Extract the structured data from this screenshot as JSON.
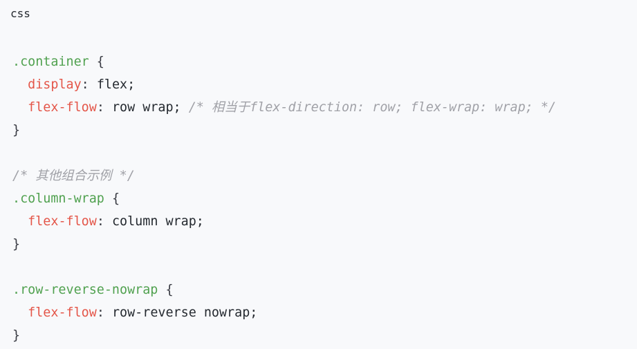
{
  "language_label": "css",
  "colors": {
    "background": "#f8f9fb",
    "selector": "#50a14f",
    "property": "#e45649",
    "comment": "#a0a1a7",
    "text": "#24292f"
  },
  "code": {
    "rule1": {
      "selector": ".container",
      "open": " {",
      "decl1_prop": "display",
      "decl1_sep": ": ",
      "decl1_val": "flex;",
      "decl2_prop": "flex-flow",
      "decl2_sep": ": ",
      "decl2_val": "row wrap; ",
      "decl2_comment": "/* 相当于flex-direction: row; flex-wrap: wrap; */",
      "close": "}"
    },
    "comment": "/* 其他组合示例 */",
    "rule2": {
      "selector": ".column-wrap",
      "open": " {",
      "decl1_prop": "flex-flow",
      "decl1_sep": ": ",
      "decl1_val": "column wrap;",
      "close": "}"
    },
    "rule3": {
      "selector": ".row-reverse-nowrap",
      "open": " {",
      "decl1_prop": "flex-flow",
      "decl1_sep": ": ",
      "decl1_val": "row-reverse nowrap;",
      "close": "}"
    }
  }
}
